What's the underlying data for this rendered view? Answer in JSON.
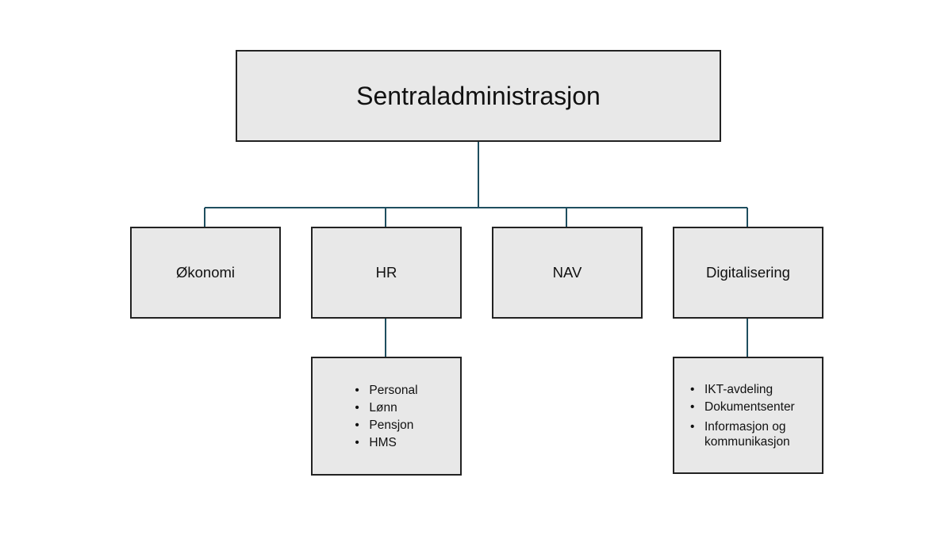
{
  "diagram": {
    "root": {
      "label": "Sentraladministrasjon"
    },
    "departments": [
      {
        "label": "Økonomi",
        "items": []
      },
      {
        "label": "HR",
        "items": [
          "Personal",
          "Lønn",
          "Pensjon",
          "HMS"
        ]
      },
      {
        "label": "NAV",
        "items": []
      },
      {
        "label": "Digitalisering",
        "items": [
          "IKT-avdeling",
          "Dokumentsenter",
          "Informasjon og kommunikasjon"
        ]
      }
    ],
    "colors": {
      "box_fill": "#e8e8e8",
      "box_border": "#222222",
      "connector": "#1f4e5f"
    }
  }
}
